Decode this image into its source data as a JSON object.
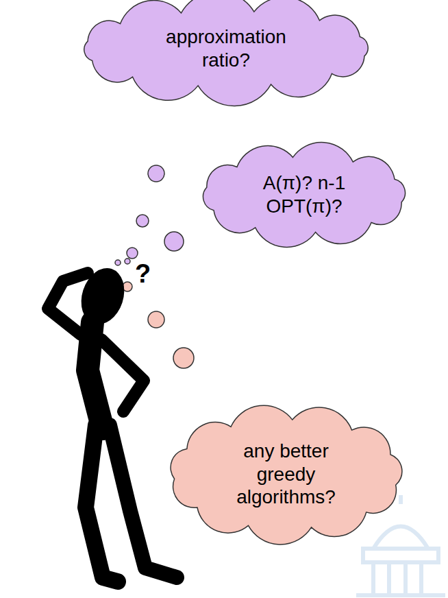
{
  "diagram": {
    "nodes": [
      {
        "text": [
          "approximation ratio?"
        ]
      },
      {
        "text": [
          "A(π)? n-1 OPT(π)?"
        ]
      },
      {
        "text": [
          "any better greedy algorithms?"
        ]
      }
    ],
    "labels": [
      "?"
    ]
  }
}
